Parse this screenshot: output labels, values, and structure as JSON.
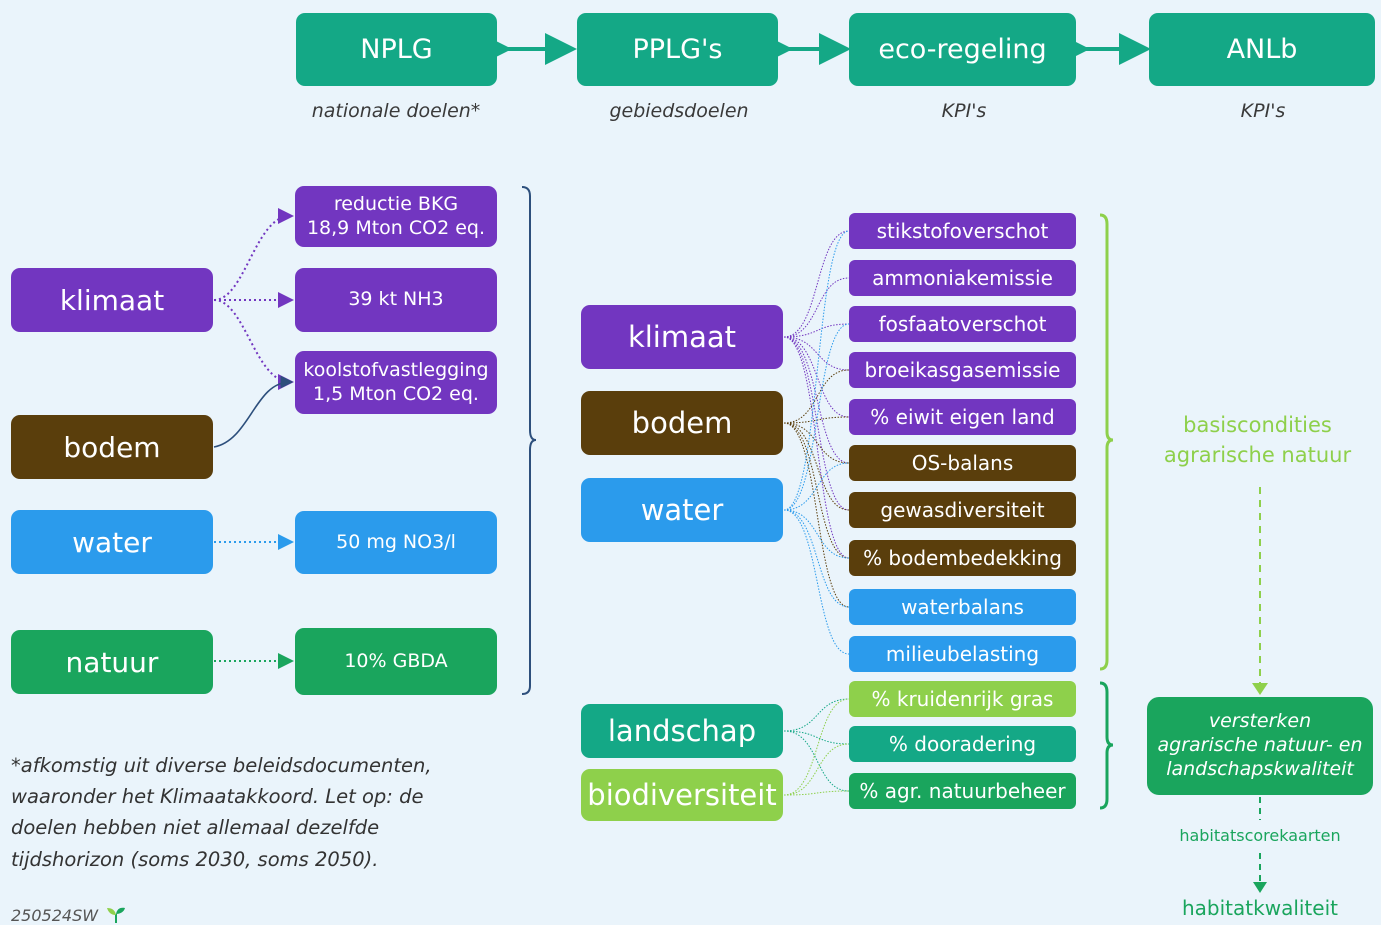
{
  "header": {
    "boxes": [
      "NPLG",
      "PPLG's",
      "eco-regeling",
      "ANLb"
    ],
    "captions": [
      "nationale doelen*",
      "gebiedsdoelen",
      "KPI's",
      "KPI's"
    ]
  },
  "left": {
    "themes": [
      "klimaat",
      "bodem",
      "water",
      "natuur"
    ],
    "goals": [
      [
        "reductie BKG",
        "18,9 Mton CO2 eq."
      ],
      [
        "39 kt NH3"
      ],
      [
        "koolstofvastlegging",
        "1,5 Mton CO2 eq."
      ],
      [
        "50 mg NO3/l"
      ],
      [
        "10% GBDA"
      ]
    ]
  },
  "middle": {
    "themes": [
      "klimaat",
      "bodem",
      "water",
      "landschap",
      "biodiversiteit"
    ],
    "kpis": [
      "stikstofoverschot",
      "ammoniakemissie",
      "fosfaatoverschot",
      "broeikasgasemissie",
      "% eiwit eigen land",
      "OS-balans",
      "gewasdiversiteit",
      "% bodembedekking",
      "waterbalans",
      "milieubelasting",
      "% kruidenrijk gras",
      "% dooradering",
      "% agr. natuurbeheer"
    ]
  },
  "right": {
    "basis": [
      "basiscondities",
      "agrarische natuur"
    ],
    "versterken": [
      "versterken",
      "agrarische natuur- en",
      "landschapskwaliteit"
    ],
    "habitatscore": "habitatscorekaarten",
    "habitatkwaliteit": "habitatkwaliteit"
  },
  "footnote": [
    "*afkomstig uit diverse beleidsdocumenten,",
    "waaronder het Klimaatakkoord. Let op: de",
    "doelen hebben niet allemaal dezelfde",
    "tijdshorizon (soms 2030, soms 2050)."
  ],
  "code": "250524SW",
  "colors": {
    "teal": "#14a886",
    "purple": "#7236c0",
    "brown": "#5a3e0c",
    "blue": "#2b9bec",
    "green": "#1aa55d",
    "lime": "#8ed04b",
    "navy": "#2d4f7c",
    "background": "#eaf4fb"
  },
  "icons": [
    "double-arrow-icon",
    "sprout-icon"
  ]
}
